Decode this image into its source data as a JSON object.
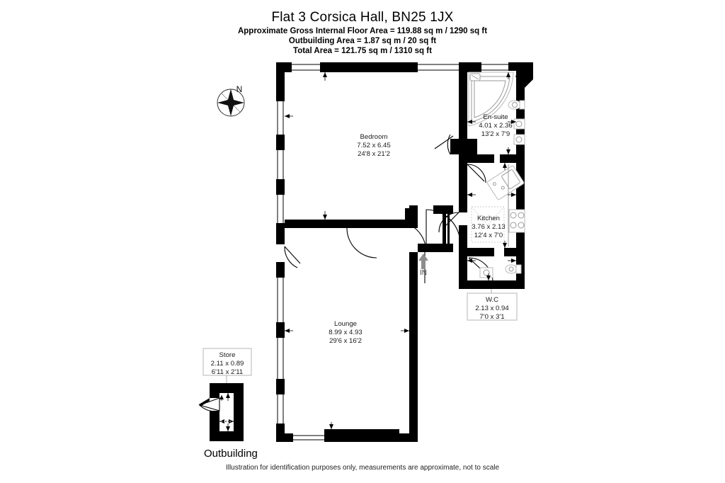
{
  "header": {
    "title": "Flat 3 Corsica Hall, BN25 1JX",
    "area_lines": [
      "Approximate Gross Internal Floor Area = 119.88 sq m / 1290 sq ft",
      "Outbuilding Area = 1.87 sq m / 20 sq ft",
      "Total Area = 121.75 sq m / 1310 sq ft"
    ]
  },
  "footer": {
    "note": "Illustration for identification purposes only, measurements are approximate, not to scale"
  },
  "compass": {
    "north_label": "N"
  },
  "entrance": {
    "label": "IN"
  },
  "outbuilding": {
    "caption": "Outbuilding"
  },
  "rooms": [
    {
      "id": "bedroom",
      "name": "Bedroom",
      "metric": "7.52 x 6.45",
      "imperial": "24'8 x 21'2",
      "boxed": false
    },
    {
      "id": "en-suite",
      "name": "En-suite",
      "metric": "4.01 x 2.36",
      "imperial": "13'2 x 7'9",
      "boxed": false
    },
    {
      "id": "kitchen",
      "name": "Kitchen",
      "metric": "3.76 x 2.13",
      "imperial": "12'4 x 7'0",
      "boxed": false
    },
    {
      "id": "wc",
      "name": "W.C",
      "metric": "2.13 x 0.94",
      "imperial": "7'0 x 3'1",
      "boxed": true
    },
    {
      "id": "lounge",
      "name": "Lounge",
      "metric": "8.99 x 4.93",
      "imperial": "29'6 x 16'2",
      "boxed": false
    },
    {
      "id": "store",
      "name": "Store",
      "metric": "2.11 x 0.89",
      "imperial": "6'11 x 2'11",
      "boxed": true
    }
  ],
  "colors": {
    "wall": "#000000",
    "background": "#ffffff",
    "text": "#111111",
    "fixture_stroke": "#b9b9b9"
  }
}
